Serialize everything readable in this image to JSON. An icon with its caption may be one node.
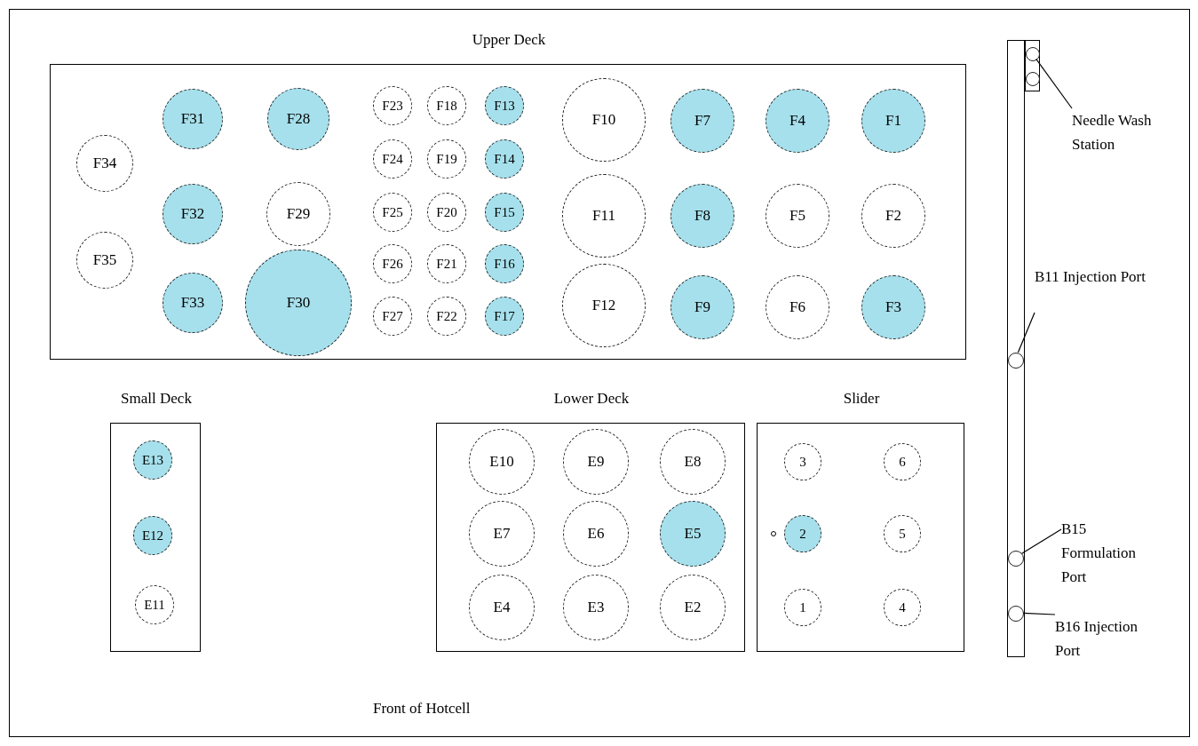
{
  "diagram": {
    "nodes": [
      {
        "text": [
          "Upper Deck"
        ]
      },
      {
        "text": [
          "F31"
        ],
        "in": 0
      },
      {
        "text": [
          "F28"
        ],
        "in": 0
      },
      {
        "text": [
          "F23"
        ],
        "in": 0
      },
      {
        "text": [
          "F18"
        ],
        "in": 0
      },
      {
        "text": [
          "F13"
        ],
        "in": 0
      },
      {
        "text": [
          "F10"
        ],
        "in": 0
      },
      {
        "text": [
          "F7"
        ],
        "in": 0
      },
      {
        "text": [
          "F4"
        ],
        "in": 0
      },
      {
        "text": [
          "F1"
        ],
        "in": 0
      },
      {
        "text": [
          "F34"
        ],
        "in": 0
      },
      {
        "text": [
          "F24"
        ],
        "in": 0
      },
      {
        "text": [
          "F19"
        ],
        "in": 0
      },
      {
        "text": [
          "F14"
        ],
        "in": 0
      },
      {
        "text": [
          "F32"
        ],
        "in": 0
      },
      {
        "text": [
          "F29"
        ],
        "in": 0
      },
      {
        "text": [
          "F25"
        ],
        "in": 0
      },
      {
        "text": [
          "F20"
        ],
        "in": 0
      },
      {
        "text": [
          "F15"
        ],
        "in": 0
      },
      {
        "text": [
          "F11"
        ],
        "in": 0
      },
      {
        "text": [
          "F8"
        ],
        "in": 0
      },
      {
        "text": [
          "F5"
        ],
        "in": 0
      },
      {
        "text": [
          "F2"
        ],
        "in": 0
      },
      {
        "text": [
          "F35"
        ],
        "in": 0
      },
      {
        "text": [
          "F26"
        ],
        "in": 0
      },
      {
        "text": [
          "F21"
        ],
        "in": 0
      },
      {
        "text": [
          "F16"
        ],
        "in": 0
      },
      {
        "text": [
          "F33"
        ],
        "in": 0
      },
      {
        "text": [
          "F30"
        ],
        "in": 0
      },
      {
        "text": [
          "F27"
        ],
        "in": 0
      },
      {
        "text": [
          "F22"
        ],
        "in": 0
      },
      {
        "text": [
          "F17"
        ],
        "in": 0
      },
      {
        "text": [
          "F12"
        ],
        "in": 0
      },
      {
        "text": [
          "F9"
        ],
        "in": 0
      },
      {
        "text": [
          "F6"
        ],
        "in": 0
      },
      {
        "text": [
          "F3"
        ],
        "in": 0
      },
      {
        "text": [
          "Small Deck"
        ]
      },
      {
        "text": [
          "E13"
        ],
        "in": 36
      },
      {
        "text": [
          "E12"
        ],
        "in": 36
      },
      {
        "text": [
          "E11"
        ],
        "in": 36
      },
      {
        "text": [
          "Lower Deck"
        ]
      },
      {
        "text": [
          "E10"
        ],
        "in": 40
      },
      {
        "text": [
          "E9"
        ],
        "in": 40
      },
      {
        "text": [
          "E8"
        ],
        "in": 40
      },
      {
        "text": [
          "E7"
        ],
        "in": 40
      },
      {
        "text": [
          "E6"
        ],
        "in": 40
      },
      {
        "text": [
          "E5"
        ],
        "in": 40
      },
      {
        "text": [
          "E4"
        ],
        "in": 40
      },
      {
        "text": [
          "E3"
        ],
        "in": 40
      },
      {
        "text": [
          "E2"
        ],
        "in": 40
      },
      {
        "text": [
          "Slider"
        ]
      },
      {
        "text": [
          "3"
        ],
        "in": 50
      },
      {
        "text": [
          "6"
        ],
        "in": 50
      },
      {
        "text": [],
        "shape": "circle",
        "in": 50
      },
      {
        "text": [
          "2"
        ],
        "in": 50
      },
      {
        "text": [
          "5"
        ],
        "in": 50
      },
      {
        "text": [
          "1"
        ],
        "in": 50
      },
      {
        "text": [
          "4"
        ],
        "in": 50
      },
      {
        "text": [],
        "shape": "bar"
      },
      {
        "text": [],
        "shape": "box"
      },
      {
        "text": [],
        "shape": "circle",
        "in": 59
      },
      {
        "text": [],
        "shape": "circle",
        "in": 59
      },
      {
        "text": [
          "Needle Wash Station"
        ]
      },
      {
        "text": [
          "B11 Injection Port"
        ]
      },
      {
        "text": [],
        "shape": "circle",
        "in": 58
      },
      {
        "text": [
          "B15 Formulation Port"
        ]
      },
      {
        "text": [],
        "shape": "circle",
        "in": 58
      },
      {
        "text": [],
        "shape": "circle",
        "in": 58
      },
      {
        "text": [
          "B16 Injection Port"
        ]
      }
    ],
    "edges": [
      {
        "from": 62,
        "to": 60,
        "arrow": "none"
      },
      {
        "from": 63,
        "to": 64,
        "arrow": "none"
      },
      {
        "from": 65,
        "to": 66,
        "arrow": "none"
      },
      {
        "from": 68,
        "to": 67,
        "arrow": "none"
      }
    ],
    "labels": [
      "Front of Hotcell"
    ]
  }
}
